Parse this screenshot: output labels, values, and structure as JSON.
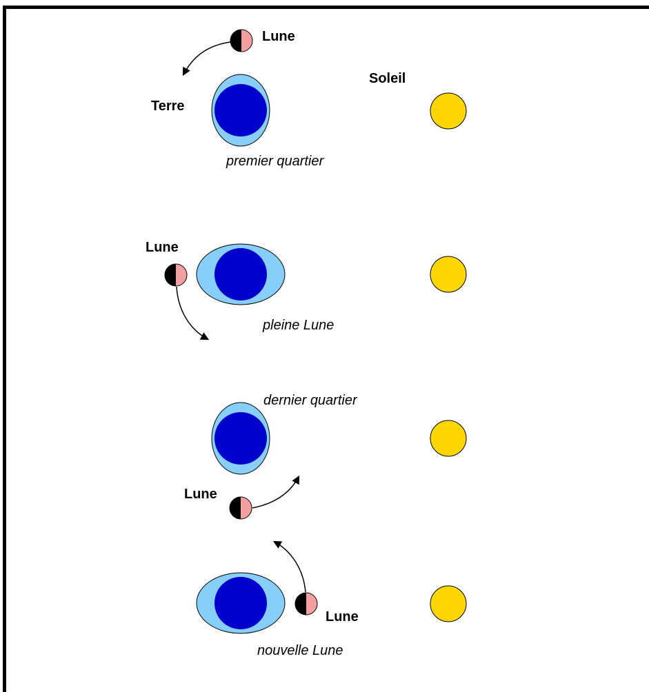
{
  "labels": {
    "sun": "Soleil",
    "earth": "Terre",
    "moon": "Lune"
  },
  "phases": [
    {
      "name": "premier quartier"
    },
    {
      "name": "pleine Lune"
    },
    {
      "name": "dernier quartier"
    },
    {
      "name": "nouvelle Lune"
    }
  ],
  "colors": {
    "ocean": "#87CEFA",
    "earth_core": "#0000CC",
    "sun": "#FFD700",
    "moon_lit": "#F4A0A0",
    "moon_dark": "#000000"
  }
}
